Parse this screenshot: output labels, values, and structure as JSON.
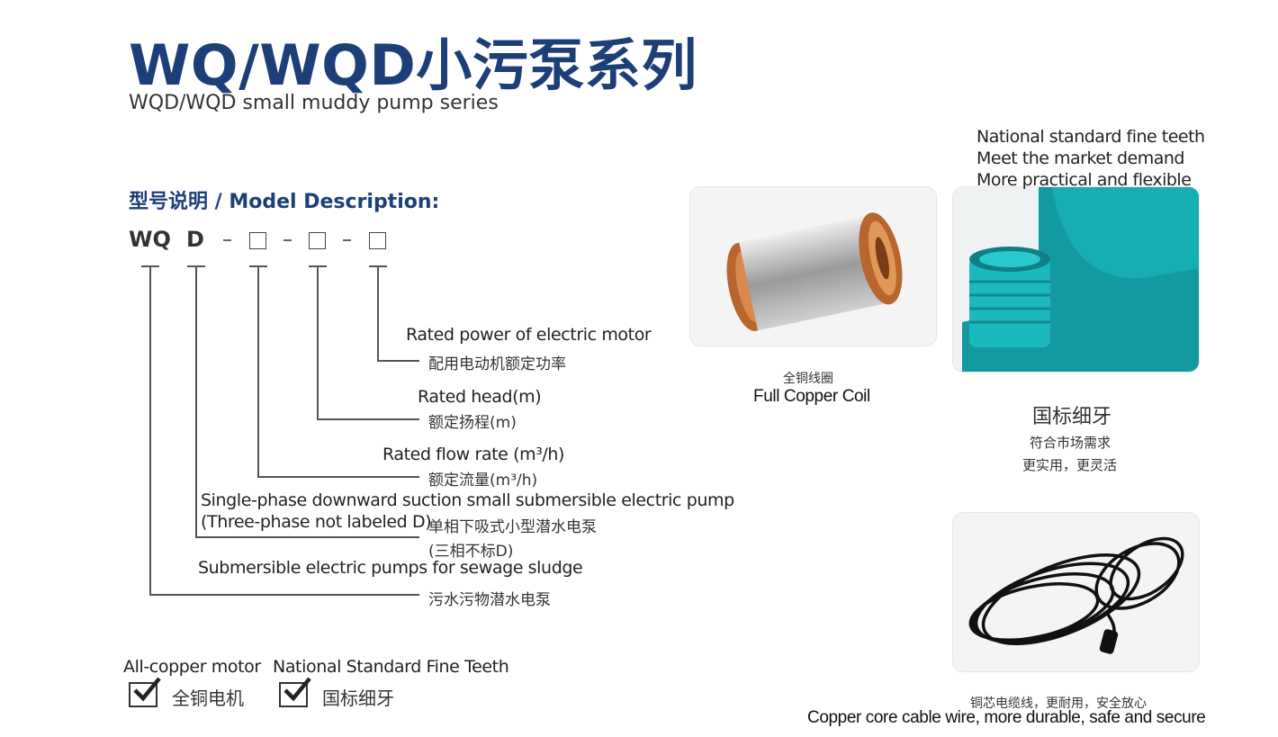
{
  "header": {
    "title": "WQ/WQD小污泵系列",
    "subtitle": "WQD/WQD small muddy pump series"
  },
  "model": {
    "heading": "型号说明 / Model Description:",
    "code_prefix": "WQ",
    "code_letter": "D",
    "items": [
      {
        "en": "Rated power of electric motor",
        "cn": "配用电动机额定功率"
      },
      {
        "en": "Rated head(m)",
        "cn": "额定扬程(m)"
      },
      {
        "en": "Rated flow rate (m³/h)",
        "cn": "额定流量(m³/h)"
      },
      {
        "en": "Single-phase downward suction small submersible electric pump",
        "en2": "(Three-phase not labeled D)",
        "cn": "单相下吸式小型潜水电泵",
        "cn2": "(三相不标D)"
      },
      {
        "en": "Submersible electric pumps for sewage sludge",
        "cn": "污水污物潜水电泵"
      }
    ]
  },
  "features": [
    {
      "en": "All-copper motor",
      "cn": "全铜电机"
    },
    {
      "en": "National Standard Fine Teeth",
      "cn": "国标细牙"
    }
  ],
  "products": {
    "coil": {
      "cn": "全铜线圈",
      "en": "Full Copper Coil"
    },
    "teeth": {
      "en_lines": [
        "National standard fine teeth",
        "Meet the market demand",
        "More practical and flexible"
      ],
      "cn_title": "国标细牙",
      "cn_lines": [
        "符合市场需求",
        "更实用，更灵活"
      ]
    },
    "cable": {
      "cn": "铜芯电缆线，更耐用，安全放心",
      "en": "Copper core cable wire, more durable, safe and secure"
    }
  },
  "colors": {
    "brand": "#1d3f78",
    "pump_teal": "#14a3a8"
  }
}
